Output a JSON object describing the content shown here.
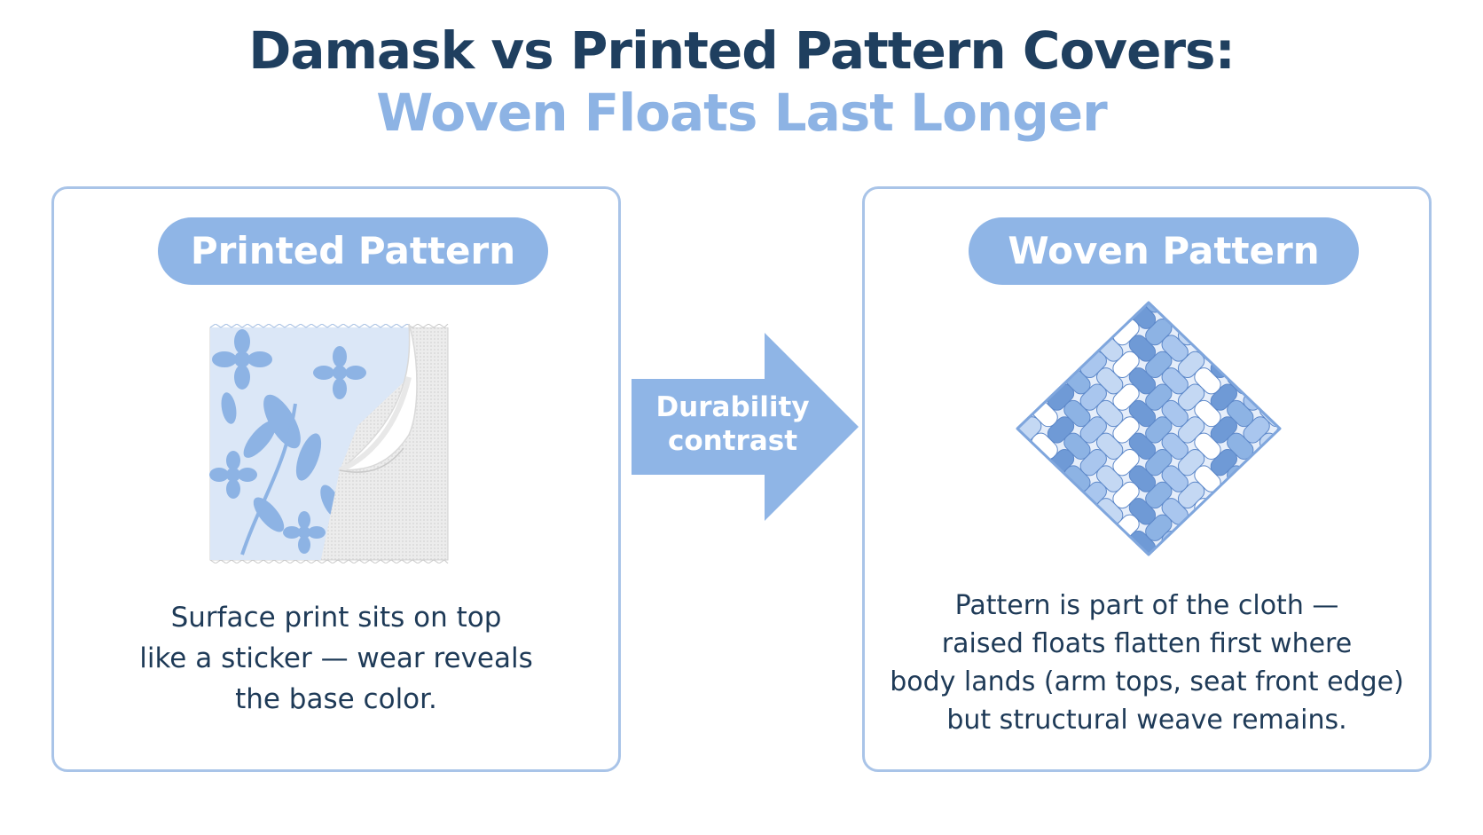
{
  "title": {
    "line1": "Damask vs Printed Pattern Covers:",
    "line2": "Woven Floats Last Longer"
  },
  "left_panel": {
    "heading": "Printed Pattern",
    "description_lines": [
      "Surface print sits on top",
      "like a sticker — wear reveals",
      "the base color."
    ]
  },
  "arrow": {
    "label_lines": [
      "Durability",
      "contrast"
    ]
  },
  "right_panel": {
    "heading": "Woven Pattern",
    "description_lines": [
      "Pattern is part of the cloth —",
      "raised floats flatten first where",
      "body lands (arm tops, seat front edge)",
      "but structural weave remains."
    ]
  },
  "colors": {
    "title_dark": "#1f3f5f",
    "title_light": "#8db3e4",
    "accent": "#8fb5e6",
    "border": "#a9c4e8",
    "text": "#1e3a57"
  },
  "icons": {
    "left": "printed-fabric-swatch-icon",
    "right": "woven-fabric-lattice-icon",
    "middle": "arrow-right-icon"
  }
}
